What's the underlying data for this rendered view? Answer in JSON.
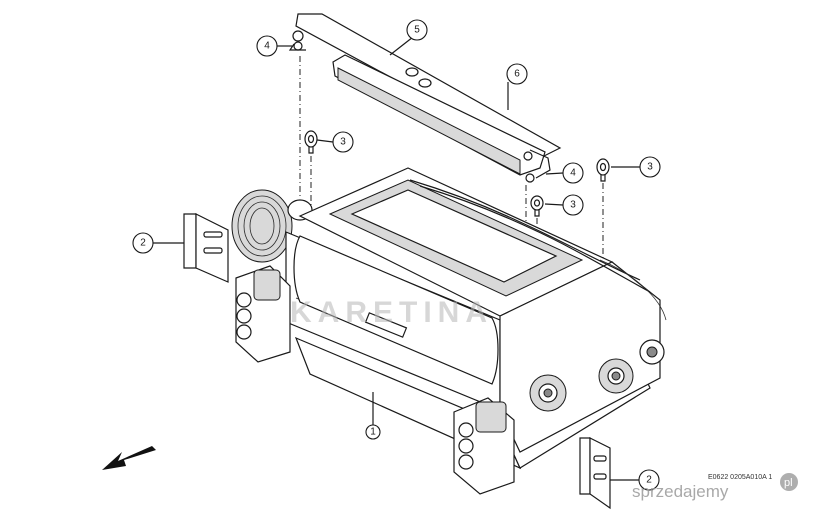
{
  "callouts": [
    {
      "label": "1"
    },
    {
      "label": "2"
    },
    {
      "label": "2"
    },
    {
      "label": "3"
    },
    {
      "label": "3"
    },
    {
      "label": "3"
    },
    {
      "label": "4"
    },
    {
      "label": "4"
    },
    {
      "label": "5"
    },
    {
      "label": "6"
    }
  ],
  "drawing_code": "E0622 0205A010A 1",
  "watermarks": {
    "center": "KARETINA",
    "corner": "sprzedajemy.pl"
  }
}
